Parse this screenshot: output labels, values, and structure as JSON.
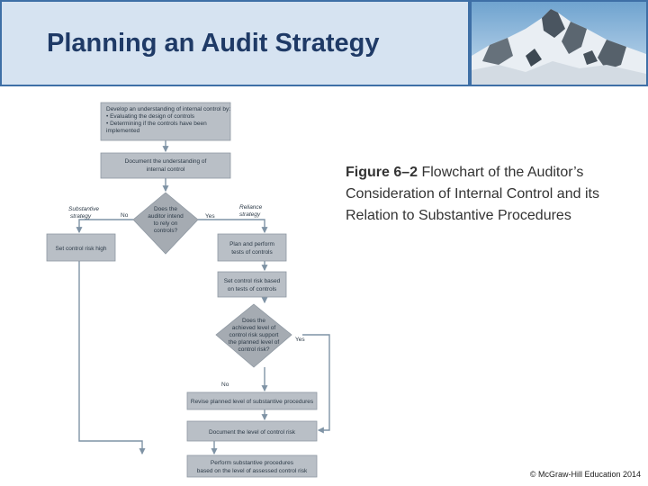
{
  "slide": {
    "title": "Planning an Audit Strategy",
    "copyright": "© McGraw-Hill Education 2014"
  },
  "caption": {
    "figure_label": "Figure 6–2",
    "text": " Flowchart of the Auditor’s Consideration of Internal Control and its Relation to Substantive Procedures"
  },
  "flowchart": {
    "box_understanding": [
      "Develop an understanding of internal control by:",
      "• Evaluating the design of controls",
      "• Determining if the controls have been",
      "  implemented"
    ],
    "box_document": [
      "Document the understanding of",
      "internal control"
    ],
    "decision_rely": [
      "Does the",
      "auditor intend",
      "to rely on",
      "controls?"
    ],
    "label_substantive": [
      "Substantive",
      "strategy"
    ],
    "label_reliance": [
      "Reliance",
      "strategy"
    ],
    "label_no_1": "No",
    "label_yes_1": "Yes",
    "box_set_high": "Set control risk high",
    "box_plan_tests": [
      "Plan and perform",
      "tests of controls"
    ],
    "box_set_based": [
      "Set control risk based",
      "on tests of controls"
    ],
    "decision_achieved": [
      "Does the",
      "achieved level of",
      "control risk support",
      "the planned level of",
      "control risk?"
    ],
    "label_yes_2": "Yes",
    "label_no_2": "No",
    "box_revise": "Revise planned level of substantive procedures",
    "box_document_level": "Document the level of control risk",
    "box_perform": [
      "Perform substantive procedures",
      "based on the level of assessed control risk"
    ]
  },
  "colors": {
    "header_bg": "#d6e3f1",
    "header_border": "#3e6fa6",
    "title": "#1f3a66",
    "box_fill": "#b9bfc6",
    "diamond_fill": "#a5abb2",
    "arrow": "#7f93a5"
  }
}
